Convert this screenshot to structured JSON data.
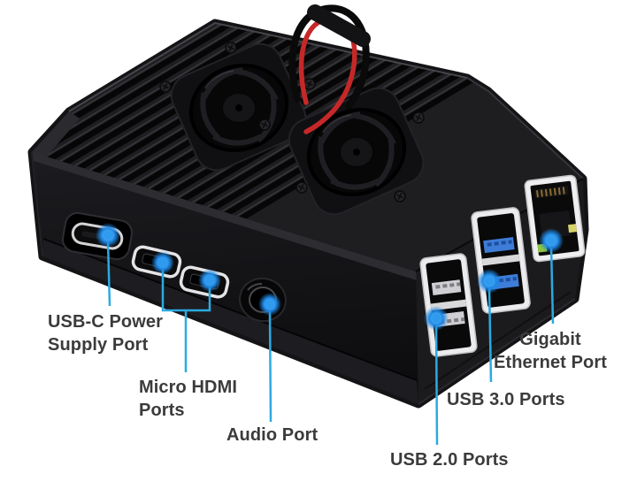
{
  "annotations": [
    {
      "id": "usb-c-power",
      "label": "USB-C Power\nSupply Port"
    },
    {
      "id": "micro-hdmi",
      "label": "Micro HDMI\nPorts"
    },
    {
      "id": "audio",
      "label": "Audio Port"
    },
    {
      "id": "usb-2",
      "label": "USB 2.0 Ports"
    },
    {
      "id": "usb-3",
      "label": "USB 3.0 Ports"
    },
    {
      "id": "ethernet",
      "label": "Gigabit\nEthernet Port"
    }
  ],
  "colors": {
    "background": "#FFFFFF",
    "label_text": "#3B3B3B",
    "leader_line": "#2BAAE2",
    "marker": "#2196F3",
    "case_dark": "#121214",
    "case_top": "#1E1E21",
    "case_right": "#1B1B1E",
    "fin_highlight": "#3A3A3E",
    "usb3_tab": "#3D7DD8",
    "wire_red": "#C62828",
    "led_green": "#8CC63F",
    "led_amber": "#D6D46A",
    "port_bezel": "#ECECEE"
  }
}
